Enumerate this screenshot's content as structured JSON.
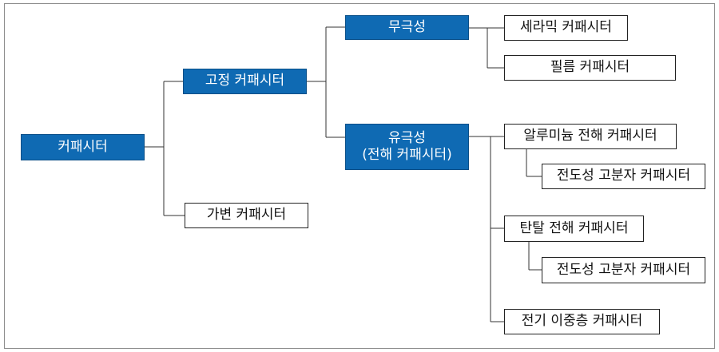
{
  "diagram": {
    "root": {
      "label": "커패시터"
    },
    "fixed": {
      "label": "고정 커패시터"
    },
    "variable": {
      "label": "가변 커패시터"
    },
    "nonpolar": {
      "label": "무극성",
      "children": [
        "세라믹 커패시터",
        "필름 커패시터"
      ]
    },
    "polar": {
      "label_line1": "유극성",
      "label_line2": "(전해 커패시터)",
      "aluminum": {
        "label": "알루미늄 전해 커패시터",
        "child": "전도성 고분자 커패시터"
      },
      "tantalum": {
        "label": "탄탈 전해 커패시터",
        "child": "전도성 고분자 커패시터"
      },
      "edlc": {
        "label": "전기 이중층 커패시터"
      }
    },
    "colors": {
      "category_fill": "#0f6ab3",
      "item_fill": "#ffffff",
      "line": "#333333"
    }
  }
}
